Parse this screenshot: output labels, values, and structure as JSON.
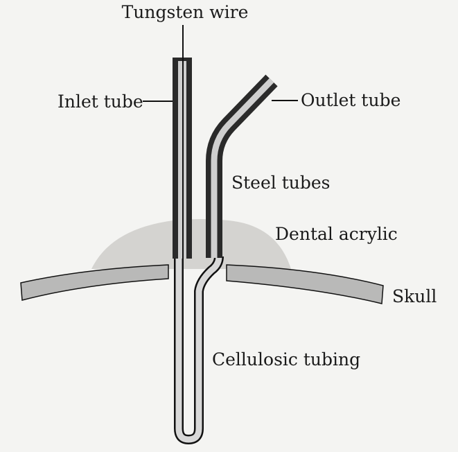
{
  "labels": {
    "tungsten_wire": "Tungsten wire",
    "inlet_tube": "Inlet tube",
    "outlet_tube": "Outlet tube",
    "steel_tubes": "Steel tubes",
    "dental_acrylic": "Dental acrylic",
    "skull": "Skull",
    "cellulosic_tubing": "Cellulosic tubing"
  },
  "colors": {
    "background": "#f4f4f2",
    "acrylic": "#d4d3d0",
    "skull": "#b9b9b8",
    "steel": "#2a2a2a",
    "tube_interior": "#cfcfcf",
    "line": "#111111"
  }
}
